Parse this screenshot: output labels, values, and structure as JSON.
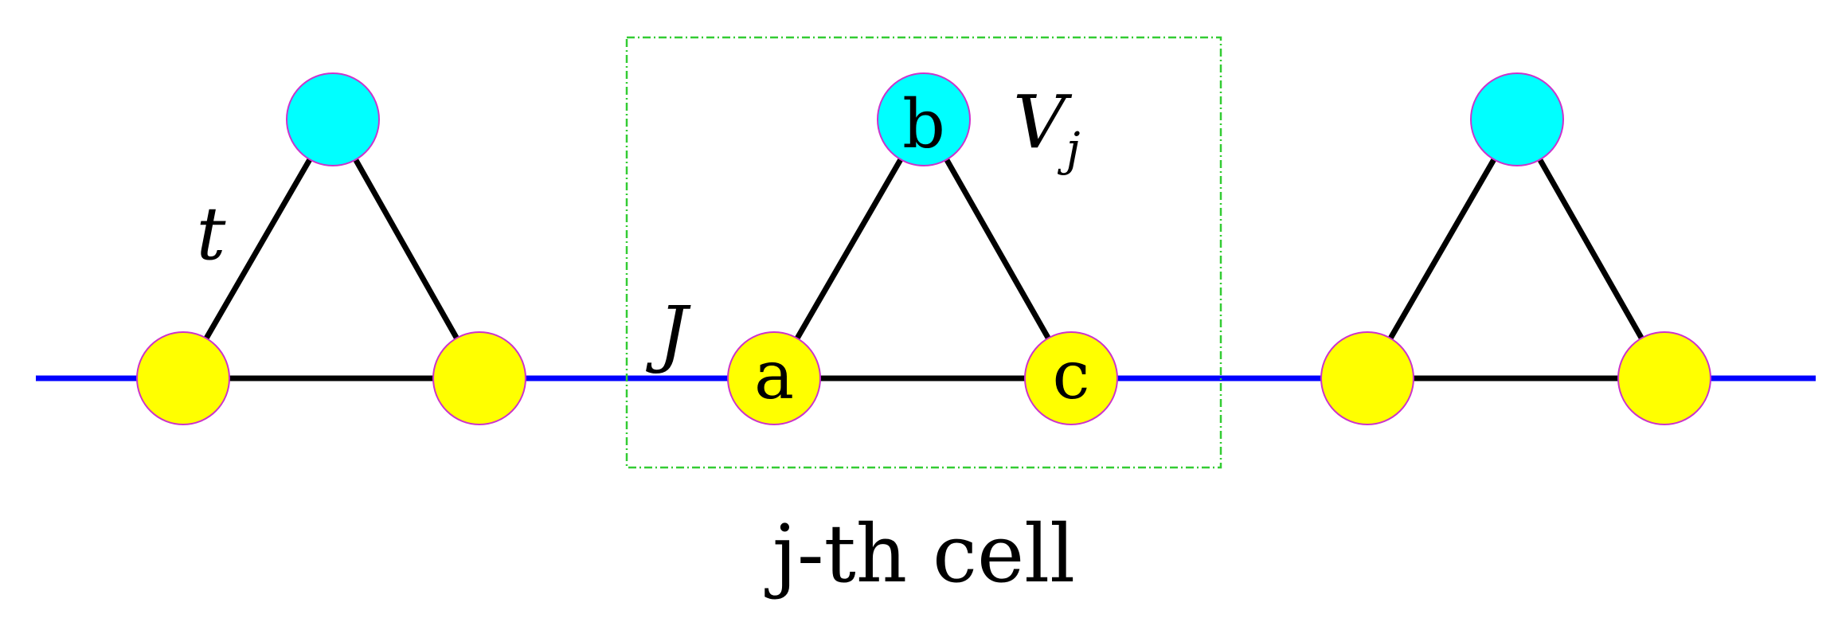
{
  "diagram": {
    "labels": {
      "hopping": "t",
      "interaction": "J",
      "potential_main": "V",
      "potential_sub": "j",
      "cell_caption": "j-th cell"
    },
    "site_labels": {
      "a": "a",
      "b": "b",
      "c": "c"
    },
    "colors": {
      "site_top": "#00ffff",
      "site_bottom": "#ffff00",
      "site_outline": "#cc33cc",
      "intra_bond": "#000000",
      "inter_bond": "#0000ff",
      "cell_box": "#33cc33"
    },
    "cells": [
      {
        "index": 0,
        "labeled": false
      },
      {
        "index": 1,
        "labeled": true
      },
      {
        "index": 2,
        "labeled": false
      }
    ]
  }
}
